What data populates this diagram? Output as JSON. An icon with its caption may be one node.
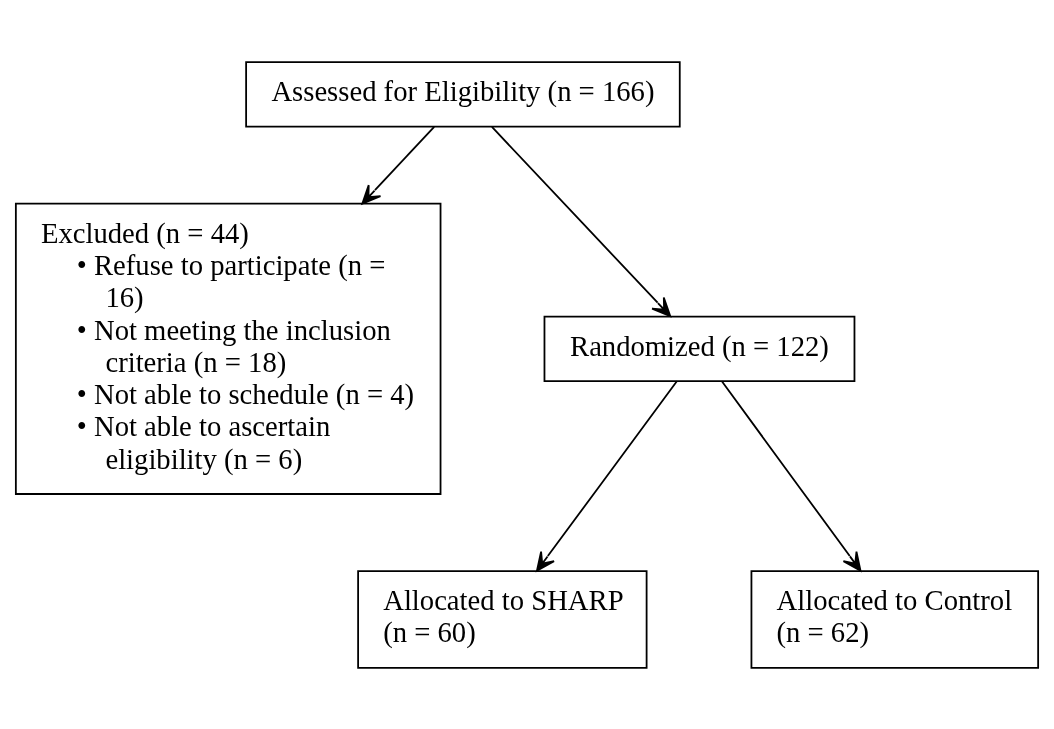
{
  "diagram": {
    "nodes": [
      {
        "text": [
          "Assessed for Eligibility (n = 166)"
        ]
      },
      {
        "text": [
          "Excluded (n = 44)",
          "• Refuse to participate (n = 16)",
          "• Not meeting the inclusion criteria (n = 18)",
          "• Not able to schedule (n = 4)",
          "• Not able to ascertain eligibility (n = 6)"
        ]
      },
      {
        "text": [
          "Randomized (n = 122)"
        ]
      },
      {
        "text": [
          "Allocated to SHARP (n = 60)"
        ]
      },
      {
        "text": [
          "Allocated to Control (n = 62)"
        ]
      }
    ],
    "edges": [
      {
        "from": 0,
        "to": 1,
        "arrow": "to"
      },
      {
        "from": 0,
        "to": 2,
        "arrow": "to"
      },
      {
        "from": 2,
        "to": 3,
        "arrow": "to"
      },
      {
        "from": 2,
        "to": 4,
        "arrow": "to"
      }
    ]
  }
}
